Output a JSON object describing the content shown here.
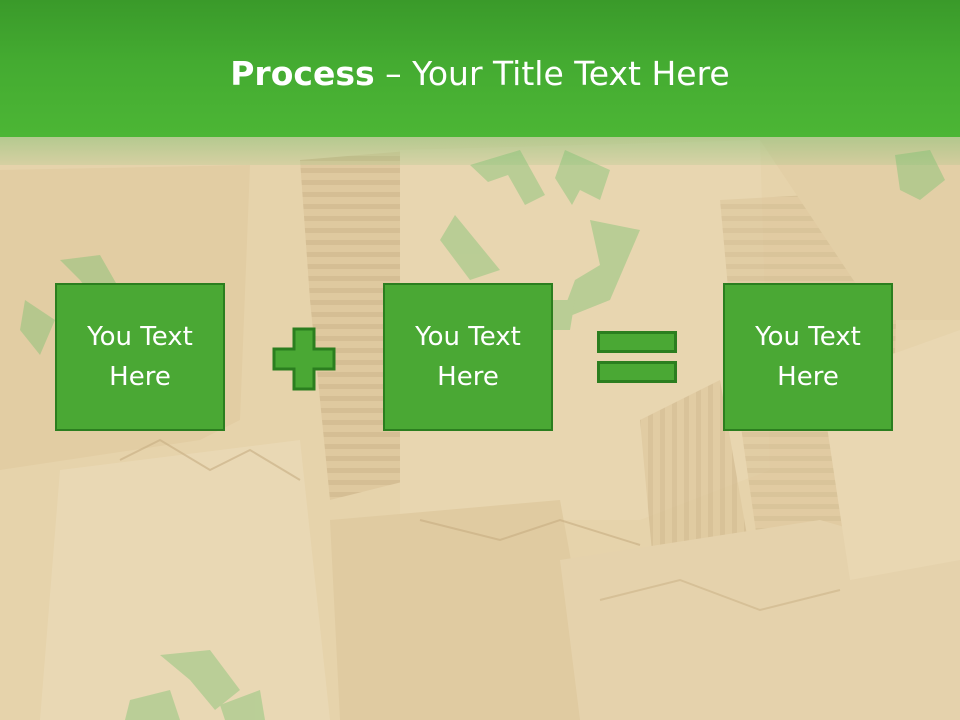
{
  "slide": {
    "title": {
      "bold": "Process",
      "rest": " – Your Title Text Here"
    },
    "boxes": [
      {
        "label": "You Text Here"
      },
      {
        "label": "You Text Here"
      },
      {
        "label": "You Text Here"
      }
    ],
    "operators": [
      "plus-icon",
      "equals-icon"
    ],
    "colors": {
      "title_band": "#44ab31",
      "box_fill": "#4aa834",
      "box_border": "#2b7e1f",
      "text": "#ffffff",
      "background": "#e4d0a8"
    }
  }
}
